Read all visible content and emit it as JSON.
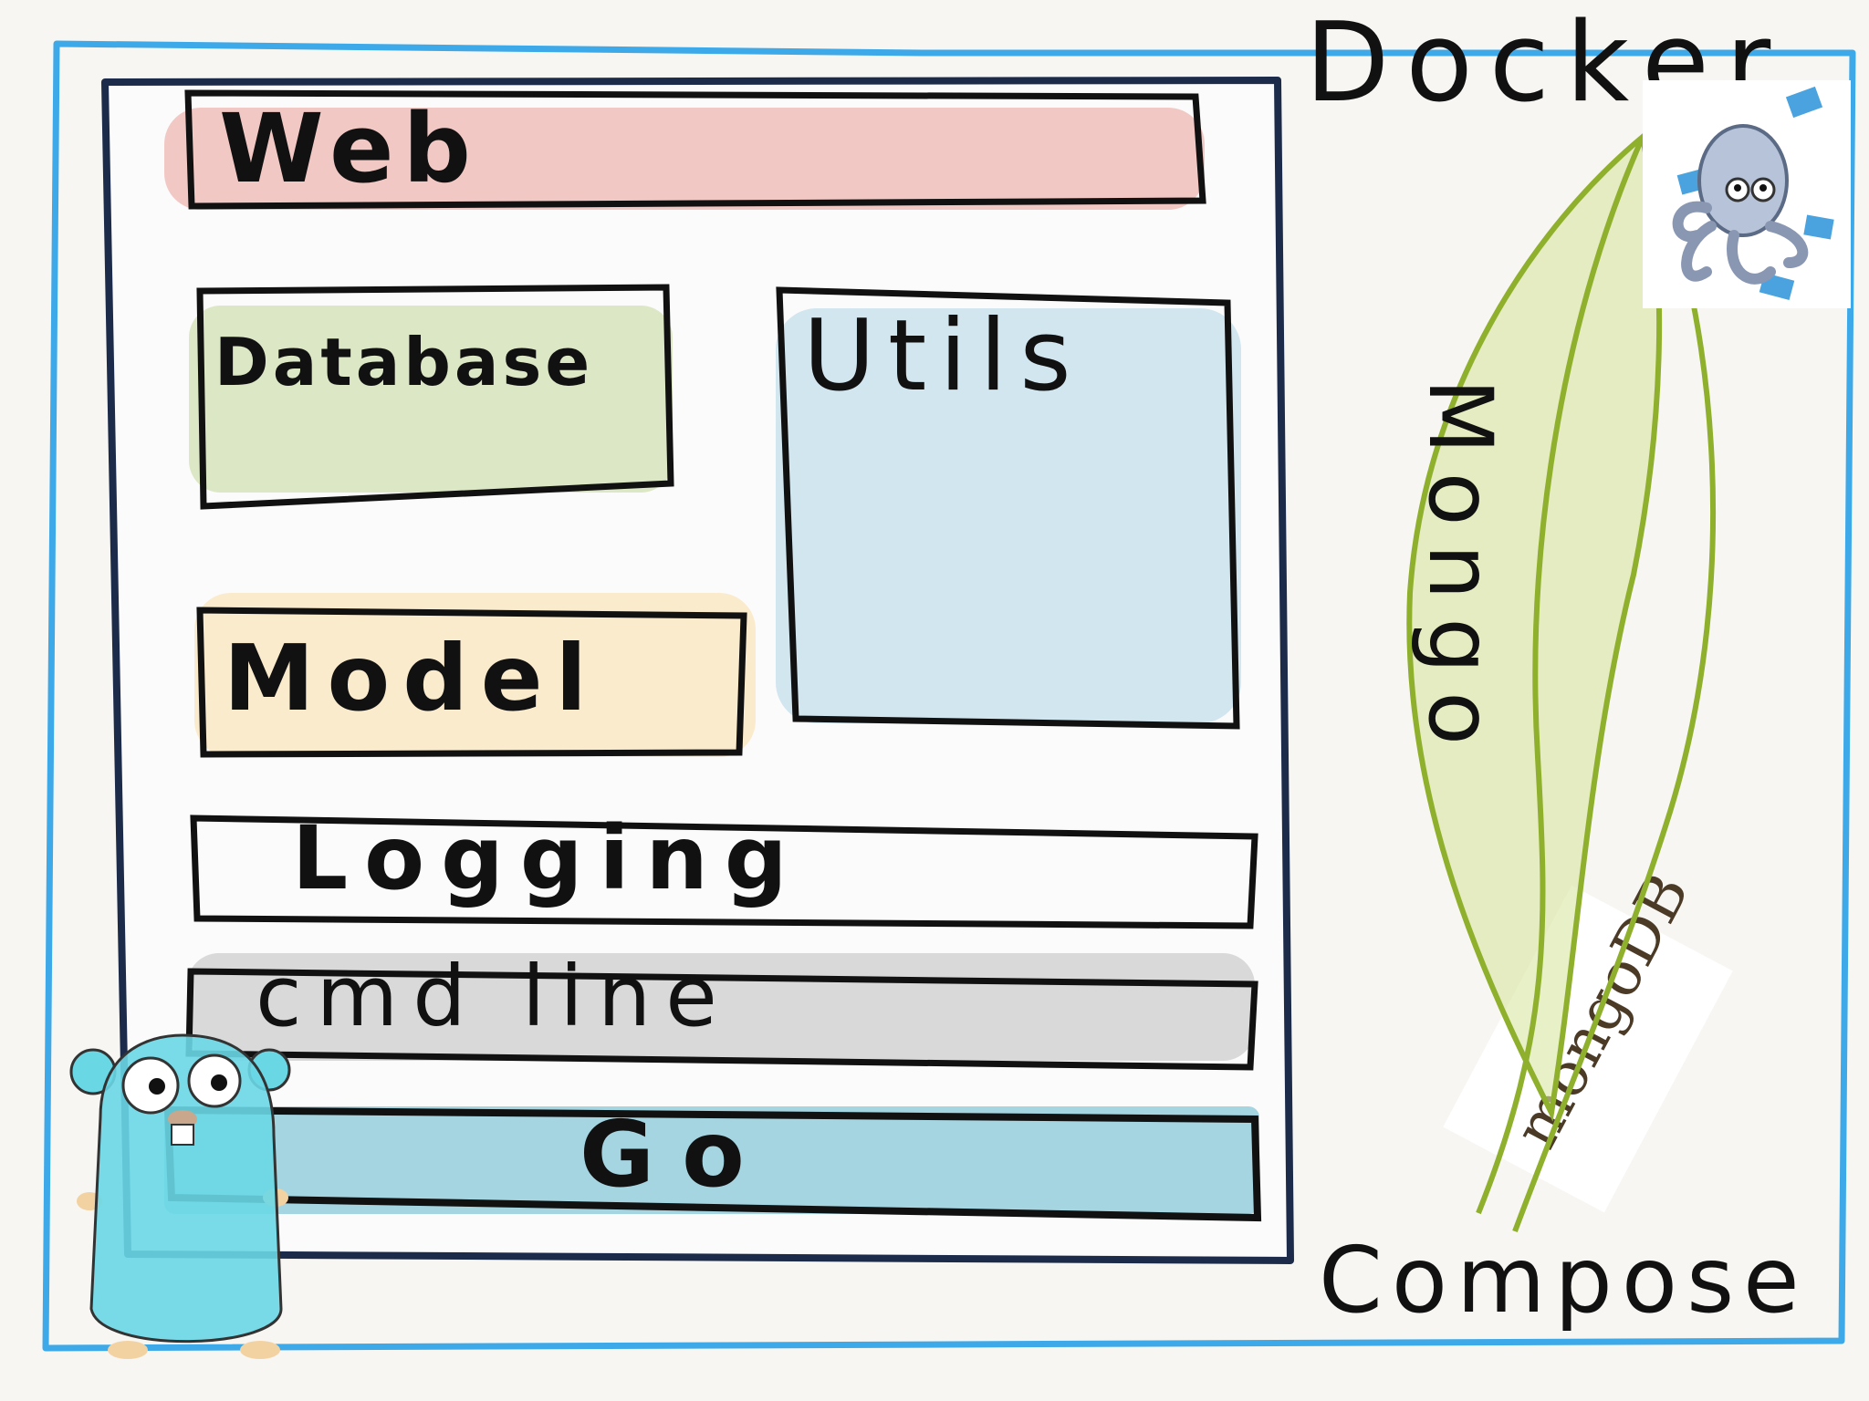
{
  "outer": {
    "top_label": "Docker",
    "bottom_label": "Compose"
  },
  "layers": {
    "web": "Web",
    "database": "Database",
    "utils": "Utils",
    "model": "Model",
    "logging": "Logging",
    "cmdline": "cmd line",
    "go": "Go"
  },
  "mongo": {
    "label": "Mongo",
    "logo_text": "mongoDB"
  },
  "colors": {
    "outer_border": "#3ea9e8",
    "inner_border": "#1c2b4a",
    "web": "#f2c8c4",
    "database": "#dce7c6",
    "utils": "#d2e6f0",
    "model": "#fbebcd",
    "cmdline": "#d9d9d9",
    "go": "#a6d5e2",
    "leaf": "#8fb02c"
  },
  "icons": [
    "docker-compose-octopus-icon",
    "mongodb-leaf-icon",
    "go-gopher-icon"
  ]
}
